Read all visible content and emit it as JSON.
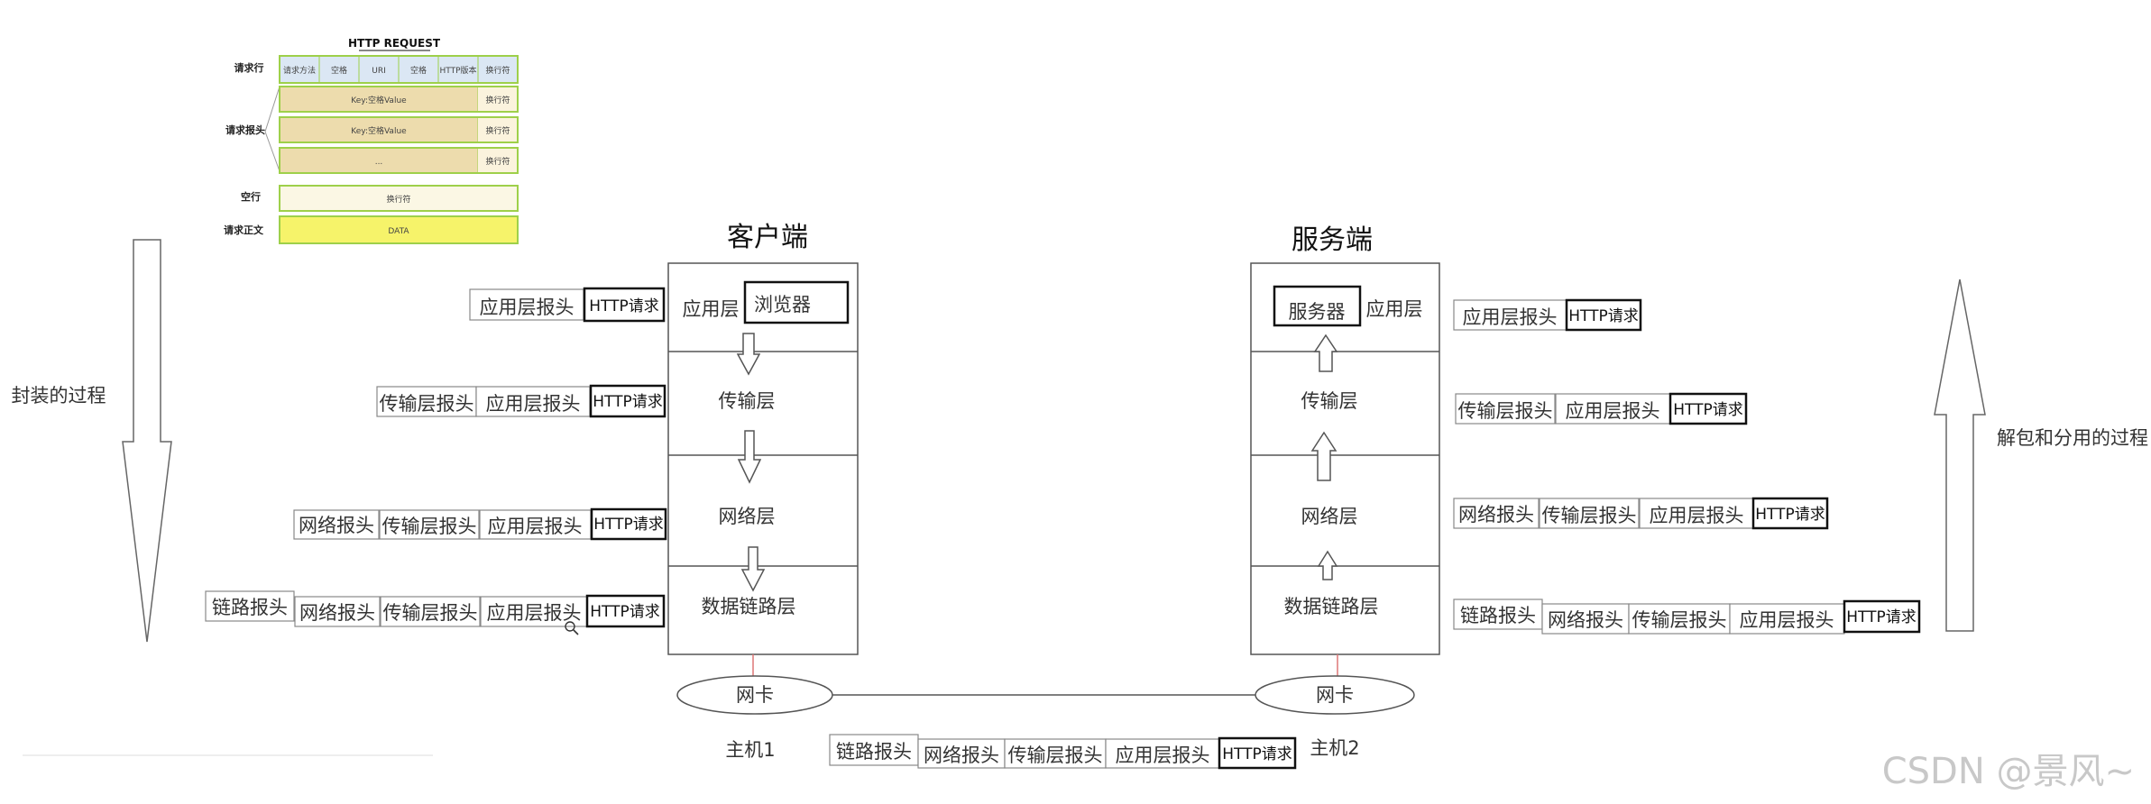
{
  "http_request": {
    "title": "HTTP REQUEST",
    "row_labels": [
      "请求行",
      "请求报头",
      "空行",
      "请求正文"
    ],
    "request_line_cells": [
      "请求方法",
      "空格",
      "URI",
      "空格",
      "HTTP版本",
      "换行符"
    ],
    "header_rows": [
      {
        "content": "Key:空格Value",
        "end": "换行符"
      },
      {
        "content": "Key:空格Value",
        "end": "换行符"
      },
      {
        "content": "...",
        "end": "换行符"
      }
    ],
    "blank_line": "换行符",
    "body": "DATA"
  },
  "left_process": "封装的过程",
  "right_process": "解包和分用的过程",
  "client": {
    "title": "客户端",
    "app_layer": "应用层",
    "browser": "浏览器",
    "transport_layer": "传输层",
    "network_layer": "网络层",
    "datalink_layer": "数据链路层",
    "nic": "网卡",
    "host": "主机1"
  },
  "server": {
    "title": "服务端",
    "app_layer": "应用层",
    "server_box": "服务器",
    "transport_layer": "传输层",
    "network_layer": "网络层",
    "datalink_layer": "数据链路层",
    "nic": "网卡",
    "host": "主机2"
  },
  "headers": {
    "app": "应用层报头",
    "transport": "传输层报头",
    "network": "网络报头",
    "link": "链路报头",
    "http": "HTTP请求"
  },
  "watermark": "CSDN @景风~"
}
